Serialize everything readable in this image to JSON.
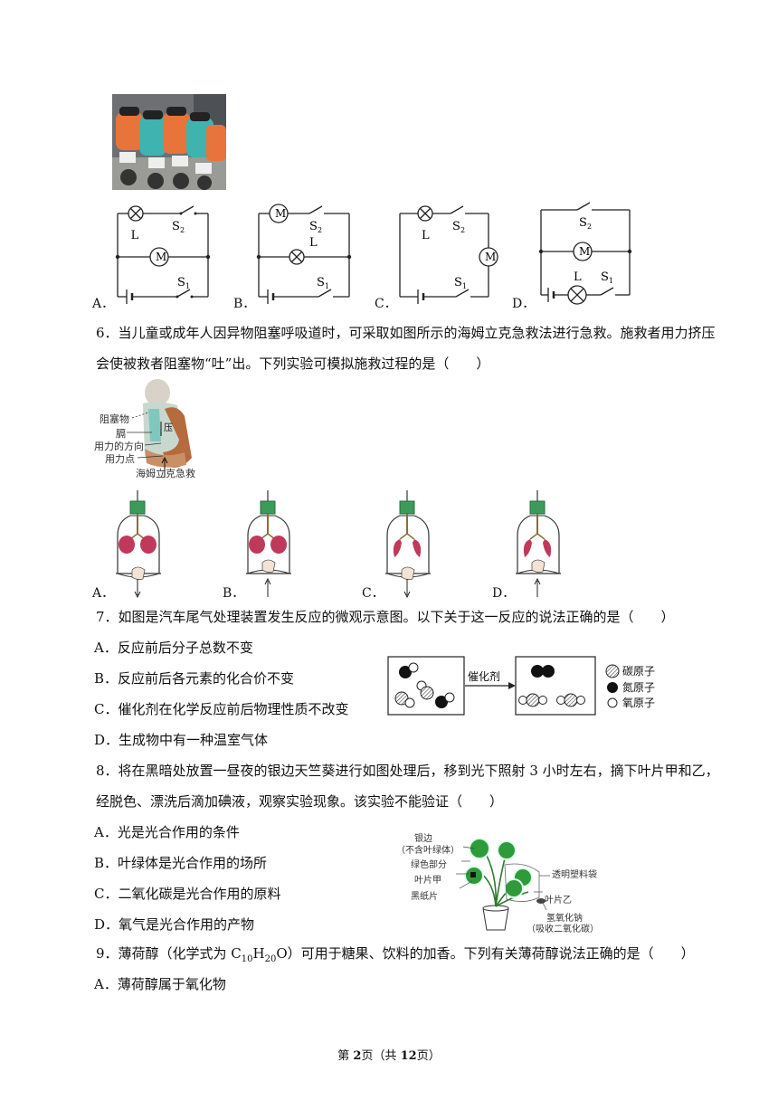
{
  "q5": {
    "options": [
      "A．",
      "B．",
      "C．",
      "D．"
    ]
  },
  "circuit_labels": {
    "lamp": "L",
    "motor": "M",
    "s1": "S",
    "s2": "S",
    "sub1": "1",
    "sub2": "2"
  },
  "q6": {
    "text_line1": "6．当儿童或成年人因异物阻塞呼吸道时，可采取如图所示的海姆立克急救法进行急救。施救者用力挤压",
    "text_line2": "会使被救者阻塞物“吐”出。下列实验可模拟施救过程的是（　　）",
    "figure": {
      "blockage": "阻塞物",
      "diaphragm": "膈",
      "force_dir": "用力的方向",
      "force_point": "用力点",
      "pressure": "压",
      "caption": "海姆立克急救"
    },
    "options": [
      "A．",
      "B．",
      "C．",
      "D．"
    ]
  },
  "q7": {
    "text": "7．如图是汽车尾气处理装置发生反应的微观示意图。以下关于这一反应的说法正确的是（　　）",
    "options": [
      "A．反应前后分子总数不变",
      "B．反应前后各元素的化合价不变",
      "C．催化剂在化学反应前后物理性质不改变",
      "D．生成物中有一种温室气体"
    ],
    "figure": {
      "catalyst": "催化剂",
      "carbon": "碳原子",
      "nitrogen": "氮原子",
      "oxygen": "氧原子"
    }
  },
  "q8": {
    "text_line1": "8．将在黑暗处放置一昼夜的银边天竺葵进行如图处理后，移到光下照射 3 小时左右，摘下叶片甲和乙，",
    "text_line2": "经脱色、漂洗后滴加碘液，观察实验现象。该实验不能验证（　　）",
    "options": [
      "A．光是光合作用的条件",
      "B．叶绿体是光合作用的场所",
      "C．二氧化碳是光合作用的原料",
      "D．氧气是光合作用的产物"
    ],
    "figure": {
      "silver_edge": "银边",
      "no_chlorophyll": "（不含叶绿体）",
      "green_part": "绿色部分",
      "leaf_a": "叶片甲",
      "black_paper": "黑纸片",
      "plastic_bag": "透明塑料袋",
      "leaf_b": "叶片乙",
      "naoh": "氢氧化钠",
      "absorb": "（吸收二氧化碳）"
    }
  },
  "q9": {
    "text_pre": "9．薄荷醇（化学式为 C",
    "sub1": "10",
    "h": "H",
    "sub2": "20",
    "text_post": "O）可用于糖果、饮料的加香。下列有关薄荷醇说法正确的是（　　）",
    "option_a": "A．薄荷醇属于氧化物"
  },
  "footer": {
    "pre": "第 ",
    "page": "2",
    "mid": "页（共 ",
    "total": "12",
    "post": "页）"
  },
  "colors": {
    "scooter_orange": "#e8743b",
    "scooter_teal": "#3fb3b0",
    "lung": "#c0395a",
    "stopper": "#3c9a5a",
    "leaf_green": "#2f9a3a"
  }
}
